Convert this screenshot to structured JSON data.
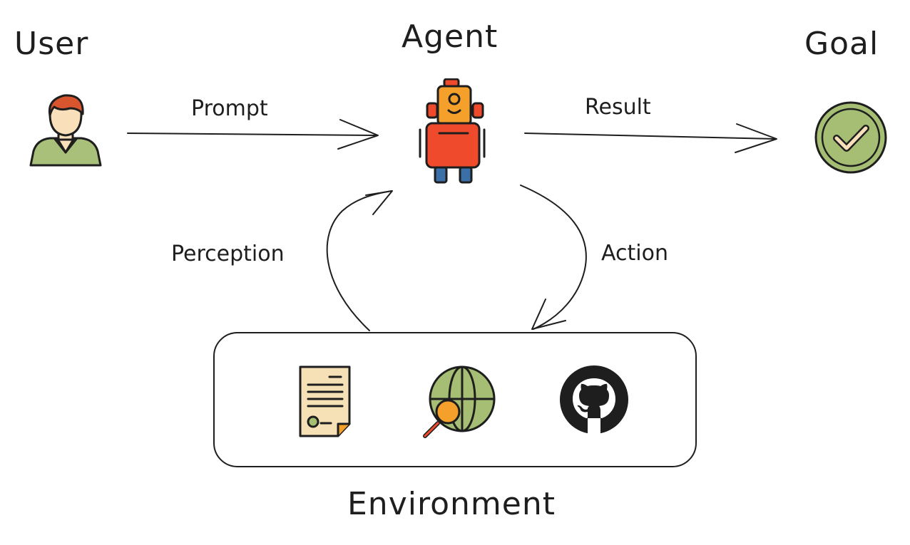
{
  "nodes": {
    "user": {
      "label": "User",
      "icon": "user-avatar-icon"
    },
    "agent": {
      "label": "Agent",
      "icon": "robot-icon"
    },
    "goal": {
      "label": "Goal",
      "icon": "check-circle-icon"
    },
    "environment": {
      "label": "Environment",
      "tools": [
        {
          "icon": "document-icon"
        },
        {
          "icon": "web-search-icon"
        },
        {
          "icon": "github-icon"
        }
      ]
    }
  },
  "edges": {
    "prompt": "Prompt",
    "result": "Result",
    "perception": "Perception",
    "action": "Action"
  },
  "colors": {
    "ink": "#1e1e1e",
    "robot_body": "#f04a2c",
    "robot_head": "#f5a02a",
    "robot_legs": "#3b6fa8",
    "user_shirt": "#a8c07a",
    "user_hair": "#d9552e",
    "skin": "#f9dfba",
    "goal_fill": "#a6bd74",
    "paper": "#f6e0b6",
    "globe": "#a6bd74",
    "magnifier": "#f5a02a"
  }
}
